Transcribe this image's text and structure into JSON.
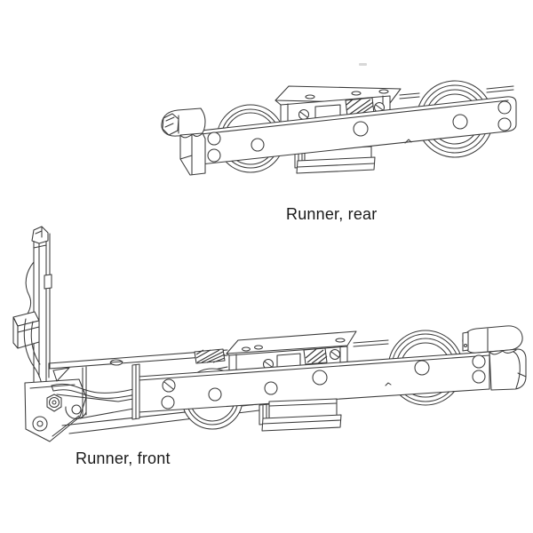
{
  "page": {
    "background_color": "#ffffff"
  },
  "drawing": {
    "line_color": "#3a3a3a",
    "fill_color": "#ffffff",
    "label_color": "#1a1a1a",
    "faint_mark_color": "#d8d8d8"
  },
  "figures": [
    {
      "id": "runner-rear",
      "label": "Runner, rear"
    },
    {
      "id": "runner-front",
      "label": "Runner, front"
    }
  ]
}
